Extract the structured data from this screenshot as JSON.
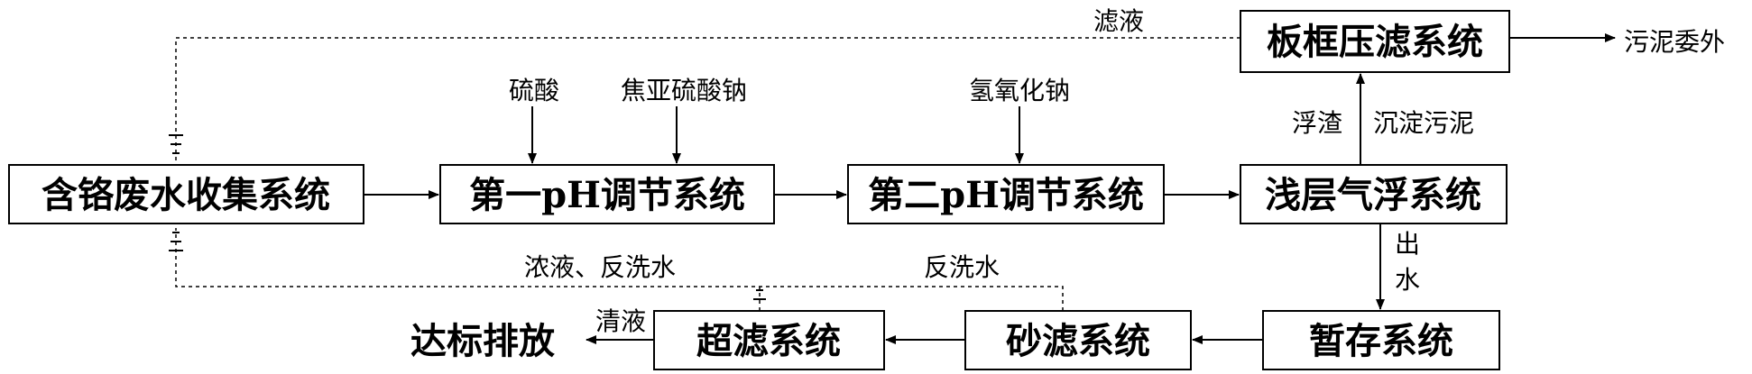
{
  "nodes": {
    "collect": "含铬废水收集系统",
    "ph1": "第一pH调节系统",
    "ph2": "第二pH调节系统",
    "float": "浅层气浮系统",
    "press": "板框压滤系统",
    "storage": "暂存系统",
    "sand": "砂滤系统",
    "uf": "超滤系统"
  },
  "labels": {
    "filtrate": "滤液",
    "sulfuric_acid": "硫酸",
    "sodium_metabisulfite": "焦亚硫酸钠",
    "sodium_hydroxide": "氢氧化钠",
    "scum": "浮渣",
    "settled_sludge": "沉淀污泥",
    "sludge_out": "污泥委外",
    "outlet_water_1": "出",
    "outlet_water_2": "水",
    "concentrate_backwash": "浓液、反洗水",
    "backwash": "反洗水",
    "clear_liquid": "清液",
    "discharge": "达标排放"
  }
}
